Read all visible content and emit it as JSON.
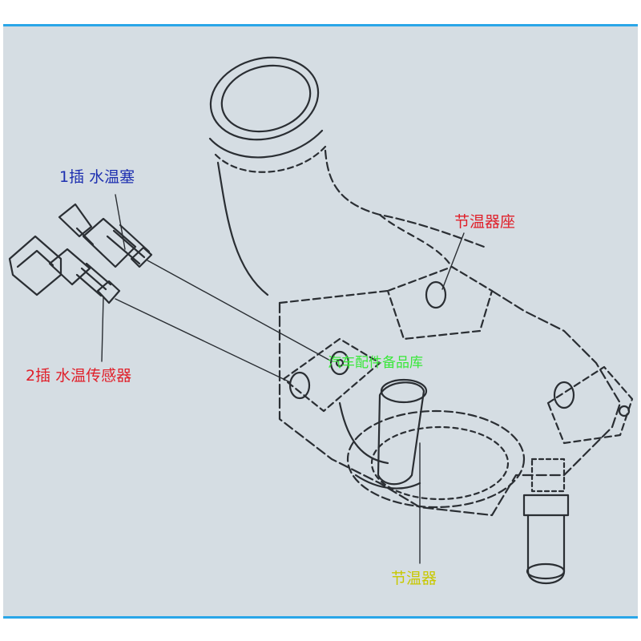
{
  "labels": {
    "plug": "1插  水温塞",
    "sensor": "2插  水温传感器",
    "seat": "节温器座",
    "thermostat": "节温器",
    "watermark": "汽车配件备品库"
  },
  "colors": {
    "frame_border": "#2aa6e8",
    "paper": "#d5dde3",
    "ink": "#2a2e33",
    "plug_label": "#1d2fb0",
    "sensor_label": "#e0202a",
    "seat_label": "#e0202a",
    "thermostat_label": "#c8c800",
    "watermark": "#38e838"
  },
  "parts": [
    {
      "name": "water-temperature-plug",
      "label_key": "plug"
    },
    {
      "name": "water-temperature-sensor",
      "label_key": "sensor"
    },
    {
      "name": "thermostat-housing",
      "label_key": "seat"
    },
    {
      "name": "thermostat",
      "label_key": "thermostat"
    }
  ]
}
